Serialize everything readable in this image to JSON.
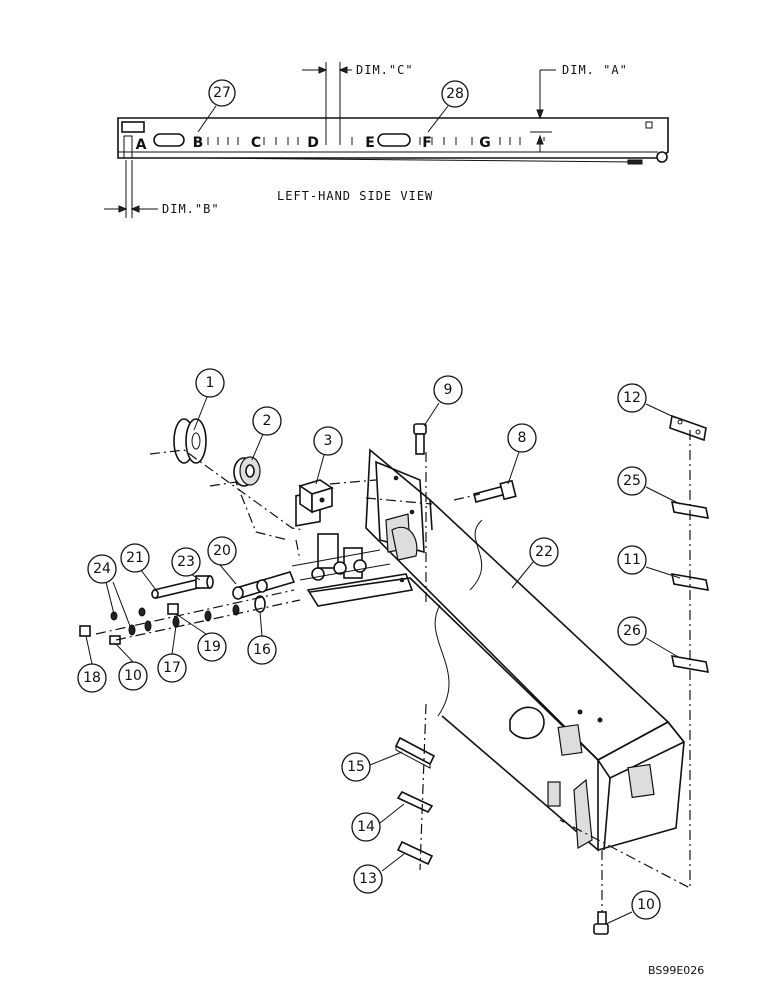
{
  "side_view": {
    "title": "LEFT-HAND SIDE VIEW",
    "dim_a": "DIM. \"A\"",
    "dim_b": "DIM.\"B\"",
    "dim_c": "DIM.\"C\"",
    "positions": [
      "A",
      "B",
      "C",
      "D",
      "E",
      "F",
      "G"
    ],
    "callouts": [
      "27",
      "28"
    ]
  },
  "callouts": {
    "c1": "1",
    "c2": "2",
    "c3": "3",
    "c8": "8",
    "c9": "9",
    "c10a": "10",
    "c10b": "10",
    "c11": "11",
    "c12": "12",
    "c13": "13",
    "c14": "14",
    "c15": "15",
    "c16": "16",
    "c17": "17",
    "c18": "18",
    "c19": "19",
    "c20": "20",
    "c21": "21",
    "c22": "22",
    "c23": "23",
    "c24": "24",
    "c25": "25",
    "c26": "26"
  },
  "drawing_code": "BS99E026"
}
